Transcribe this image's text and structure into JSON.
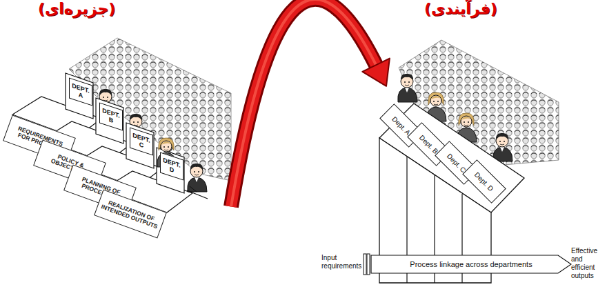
{
  "diagram": {
    "nodes": [
      {
        "text": [
          "(جزیره‌ای)"
        ]
      },
      {
        "text": [
          "DEPT. A"
        ],
        "in": 0
      },
      {
        "text": [
          "REQUIREMENTS FOR PRODUCT"
        ],
        "in": 0
      },
      {
        "text": [
          "DEPT. B"
        ],
        "in": 0
      },
      {
        "text": [
          "POLICY & OBJECTIVES"
        ],
        "in": 0
      },
      {
        "text": [
          "DEPT. C"
        ],
        "in": 0
      },
      {
        "text": [
          "PLANNING OF PROCESSES"
        ],
        "in": 0
      },
      {
        "text": [
          "DEPT. D"
        ],
        "in": 0
      },
      {
        "text": [
          "REALIZATION OF INTENDED OUTPUTS"
        ],
        "in": 0
      },
      {
        "text": [
          "(فرآیندی)"
        ]
      },
      {
        "text": [
          "Dept. A"
        ],
        "in": 9
      },
      {
        "text": [
          "Dept. B"
        ],
        "in": 9
      },
      {
        "text": [
          "Dept. C"
        ],
        "in": 9
      },
      {
        "text": [
          "Dept. D"
        ],
        "in": 9
      },
      {
        "text": [
          "Process linkage across departments"
        ]
      }
    ],
    "edges": [
      {
        "from": 0,
        "to": 9,
        "arrow": "to"
      }
    ],
    "labels": [
      "Input requirements",
      "Effective and efficient outputs"
    ]
  }
}
